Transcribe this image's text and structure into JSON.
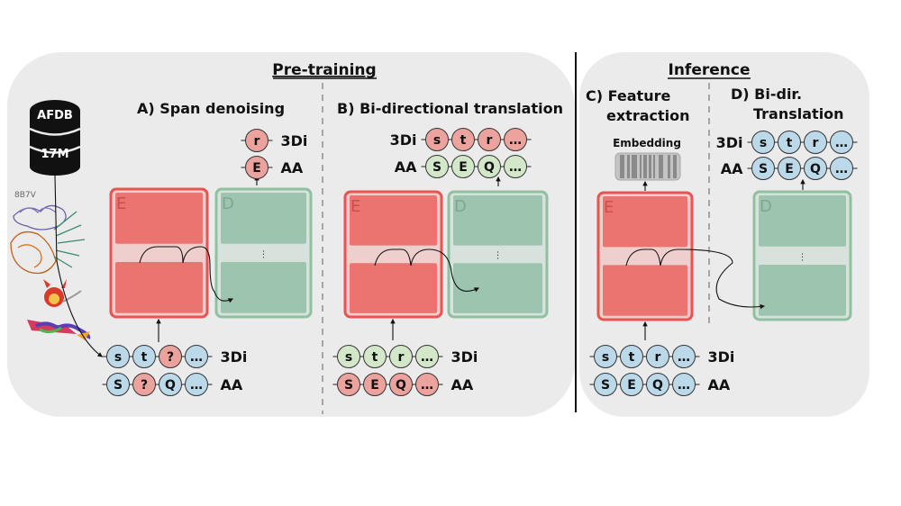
{
  "sections": {
    "pretraining_title": "Pre-training",
    "inference_title": "Inference"
  },
  "database": {
    "line1": "AFDB",
    "line2": "17M",
    "structure_id": "8B7V"
  },
  "panels": {
    "a": {
      "title": "A) Span denoising",
      "encoder_label": "E",
      "decoder_label": "D",
      "dots": "⋮"
    },
    "b": {
      "title": "B) Bi-directional translation",
      "encoder_label": "E",
      "decoder_label": "D",
      "dots": "⋮"
    },
    "c": {
      "title_line1": "C) Feature",
      "title_line2": "extraction",
      "embedding_label": "Embedding",
      "encoder_label": "E"
    },
    "d": {
      "title_line1": "D) Bi-dir.",
      "title_line2": "Translation",
      "decoder_label": "D",
      "dots": "⋮"
    }
  },
  "colors": {
    "panel": "#ebebeb",
    "encoder": "#eb7470",
    "encoder_border": "#ea5350",
    "decoder": "#9dc4ae",
    "decoder_border": "#8fc19f",
    "token_blue": "#bcd9ea",
    "token_red": "#eca39e",
    "token_green": "#d2e8c8"
  },
  "token_rows": [
    {
      "id": "a-out-3di",
      "label": "3Di",
      "label_side": "right",
      "tokens": [
        {
          "t": "r",
          "c": "red"
        }
      ]
    },
    {
      "id": "a-out-aa",
      "label": "AA",
      "label_side": "right",
      "tokens": [
        {
          "t": "E",
          "c": "red"
        }
      ]
    },
    {
      "id": "a-in-3di",
      "label": "3Di",
      "label_side": "right",
      "tokens": [
        {
          "t": "s",
          "c": "blue"
        },
        {
          "t": "t",
          "c": "blue"
        },
        {
          "t": "?",
          "c": "red"
        },
        {
          "t": "…",
          "c": "blue"
        }
      ]
    },
    {
      "id": "a-in-aa",
      "label": "AA",
      "label_side": "right",
      "tokens": [
        {
          "t": "S",
          "c": "blue"
        },
        {
          "t": "?",
          "c": "red"
        },
        {
          "t": "Q",
          "c": "blue"
        },
        {
          "t": "…",
          "c": "blue"
        }
      ]
    },
    {
      "id": "b-out-3di",
      "label": "3Di",
      "label_side": "left",
      "tokens": [
        {
          "t": "s",
          "c": "red"
        },
        {
          "t": "t",
          "c": "red"
        },
        {
          "t": "r",
          "c": "red"
        },
        {
          "t": "…",
          "c": "red"
        }
      ]
    },
    {
      "id": "b-out-aa",
      "label": "AA",
      "label_side": "left",
      "tokens": [
        {
          "t": "S",
          "c": "green"
        },
        {
          "t": "E",
          "c": "green"
        },
        {
          "t": "Q",
          "c": "green"
        },
        {
          "t": "…",
          "c": "green"
        }
      ]
    },
    {
      "id": "b-in-3di",
      "label": "3Di",
      "label_side": "right",
      "tokens": [
        {
          "t": "s",
          "c": "green"
        },
        {
          "t": "t",
          "c": "green"
        },
        {
          "t": "r",
          "c": "green"
        },
        {
          "t": "…",
          "c": "green"
        }
      ]
    },
    {
      "id": "b-in-aa",
      "label": "AA",
      "label_side": "right",
      "tokens": [
        {
          "t": "S",
          "c": "red"
        },
        {
          "t": "E",
          "c": "red"
        },
        {
          "t": "Q",
          "c": "red"
        },
        {
          "t": "…",
          "c": "red"
        }
      ]
    },
    {
      "id": "c-in-3di",
      "label": "3Di",
      "label_side": "right",
      "tokens": [
        {
          "t": "s",
          "c": "blue"
        },
        {
          "t": "t",
          "c": "blue"
        },
        {
          "t": "r",
          "c": "blue"
        },
        {
          "t": "…",
          "c": "blue"
        }
      ]
    },
    {
      "id": "c-in-aa",
      "label": "AA",
      "label_side": "right",
      "tokens": [
        {
          "t": "S",
          "c": "blue"
        },
        {
          "t": "E",
          "c": "blue"
        },
        {
          "t": "Q",
          "c": "blue"
        },
        {
          "t": "…",
          "c": "blue"
        }
      ]
    },
    {
      "id": "d-out-3di",
      "label": "3Di",
      "label_side": "left",
      "tokens": [
        {
          "t": "s",
          "c": "blue"
        },
        {
          "t": "t",
          "c": "blue"
        },
        {
          "t": "r",
          "c": "blue"
        },
        {
          "t": "…",
          "c": "blue"
        }
      ]
    },
    {
      "id": "d-out-aa",
      "label": "AA",
      "label_side": "left",
      "tokens": [
        {
          "t": "S",
          "c": "blue"
        },
        {
          "t": "E",
          "c": "blue"
        },
        {
          "t": "Q",
          "c": "blue"
        },
        {
          "t": "…",
          "c": "blue"
        }
      ]
    }
  ]
}
